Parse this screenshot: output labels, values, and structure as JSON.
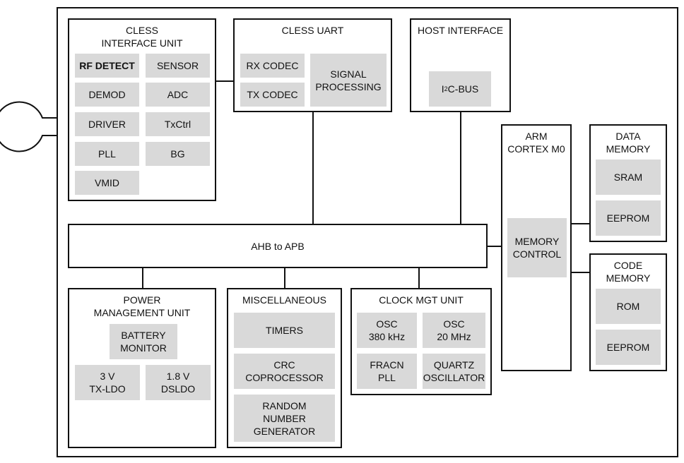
{
  "cless_interface": {
    "title": "CLESS\nINTERFACE UNIT",
    "rf_detect": "RF DETECT",
    "sensor": "SENSOR",
    "demod": "DEMOD",
    "adc": "ADC",
    "driver": "DRIVER",
    "txctrl": "TxCtrl",
    "pll": "PLL",
    "bg": "BG",
    "vmid": "VMID"
  },
  "cless_uart": {
    "title": "CLESS UART",
    "rx_codec": "RX CODEC",
    "tx_codec": "TX CODEC",
    "signal_processing": "SIGNAL\nPROCESSING"
  },
  "host_interface": {
    "title": "HOST INTERFACE",
    "i2c_prefix": "I",
    "i2c_sup": "2",
    "i2c_suffix": "C-BUS"
  },
  "arm": {
    "title": "ARM\nCORTEX M0",
    "memory_control": "MEMORY\nCONTROL"
  },
  "data_memory": {
    "title": "DATA\nMEMORY",
    "sram": "SRAM",
    "eeprom": "EEPROM"
  },
  "code_memory": {
    "title": "CODE\nMEMORY",
    "rom": "ROM",
    "eeprom": "EEPROM"
  },
  "bus": {
    "label": "AHB to APB"
  },
  "power": {
    "title": "POWER\nMANAGEMENT UNIT",
    "battery_monitor": "BATTERY\nMONITOR",
    "tx_ldo": "3 V\nTX-LDO",
    "dsldo": "1.8 V\nDSLDO"
  },
  "misc": {
    "title": "MISCELLANEOUS",
    "timers": "TIMERS",
    "crc": "CRC\nCOPROCESSOR",
    "rng": "RANDOM\nNUMBER\nGENERATOR"
  },
  "clock": {
    "title": "CLOCK MGT UNIT",
    "osc_380": "OSC\n380 kHz",
    "osc_20": "OSC\n20 MHz",
    "fracn_pll": "FRACN\nPLL",
    "quartz": "QUARTZ\nOSCILLATOR"
  }
}
